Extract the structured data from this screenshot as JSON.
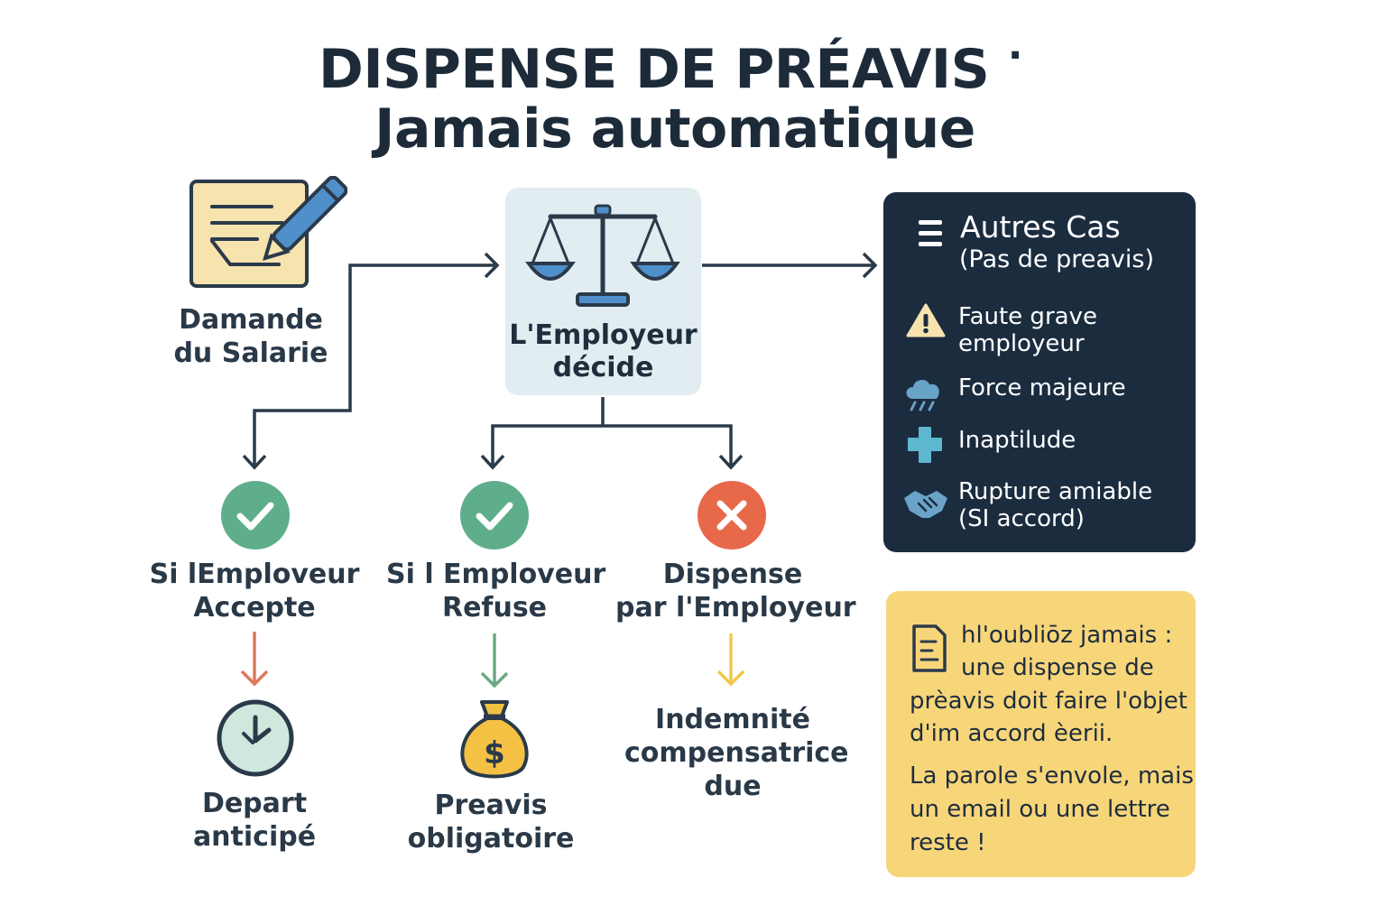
{
  "title": {
    "line1": "DISPENSE DE PRÉAVIS",
    "line1_suffix": "·",
    "line2": "Jamais automatique"
  },
  "nodes": {
    "request": {
      "line1": "Damande",
      "line2": "du Salarie",
      "icon": "document-pen-icon"
    },
    "employer": {
      "line1": "L'Employeur",
      "line2": "décide",
      "icon": "scales-icon"
    },
    "accept": {
      "line1": "Si lEmploveur",
      "line2": "Accepte",
      "icon": "check-circle-icon"
    },
    "refuse": {
      "line1": "Si l Emploveur",
      "line2": "Refuse",
      "icon": "check-circle-icon"
    },
    "dispense": {
      "line1": "Dispense",
      "line2": "par l'Employeur",
      "icon": "x-circle-icon"
    },
    "early": {
      "line1": "Depart",
      "line2": "anticipé",
      "icon": "clock-icon"
    },
    "mandatory": {
      "line1": "Preavis",
      "line2": "obligatoire",
      "icon": "money-bag-icon"
    },
    "indemnity": {
      "line1": "Indemnité",
      "line2": "compensatrice",
      "line3": "due"
    }
  },
  "other_cases": {
    "title": "Autres Cas",
    "subtitle": "(Pas de preavis)",
    "items": [
      {
        "line1": "Faute grave",
        "line2": "employeur",
        "icon": "warning-icon"
      },
      {
        "line1": "Force majeure",
        "icon": "storm-cloud-icon"
      },
      {
        "line1": "Inaptilude",
        "icon": "medical-cross-icon"
      },
      {
        "line1": "Rupture amiable",
        "line2": "(SI accord)",
        "icon": "handshake-icon"
      }
    ]
  },
  "note": {
    "lines": [
      "hl'oubliōz jamais :",
      "une dispense de",
      "prèavis doit faire l'objet",
      "d'im accord èerii.",
      "La parole s'envole, mais",
      "un email ou une lettre",
      "reste !"
    ]
  },
  "colors": {
    "dark_navy": "#1b2c3f",
    "green": "#5fae8b",
    "red": "#e8684a",
    "note_yellow": "#f7d67a",
    "accent_blue": "#4f8fca",
    "arrow_red": "#e0785a",
    "arrow_green": "#6aaa82",
    "arrow_yellow": "#f0c94a"
  }
}
